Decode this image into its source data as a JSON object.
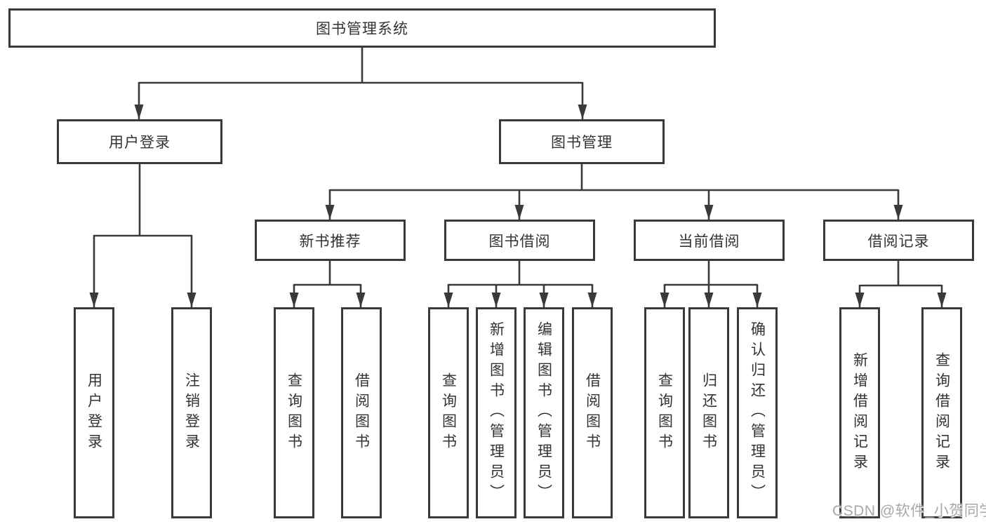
{
  "tree": {
    "root": "图书管理系统",
    "branches": [
      {
        "label": "用户登录",
        "children": [
          "用户登录",
          "注销登录"
        ]
      },
      {
        "label": "图书管理",
        "groups": [
          {
            "label": "新书推荐",
            "children": [
              "查询图书",
              "借阅图书"
            ]
          },
          {
            "label": "图书借阅",
            "children": [
              "查询图书",
              "新增图书（管理员）",
              "编辑图书（管理员）",
              "借阅图书"
            ]
          },
          {
            "label": "当前借阅",
            "children": [
              "查询图书",
              "归还图书",
              "确认归还（管理员）"
            ]
          },
          {
            "label": "借阅记录",
            "children": [
              "新增借阅记录",
              "查询借阅记录"
            ]
          }
        ]
      }
    ]
  },
  "watermark": "CSDN @软件_小贺同学",
  "colors": {
    "line": "#3a3a3a",
    "box_border": "#3a3a3a",
    "text": "#333333",
    "background": "#ffffff",
    "watermark": "#a8a8a8"
  }
}
